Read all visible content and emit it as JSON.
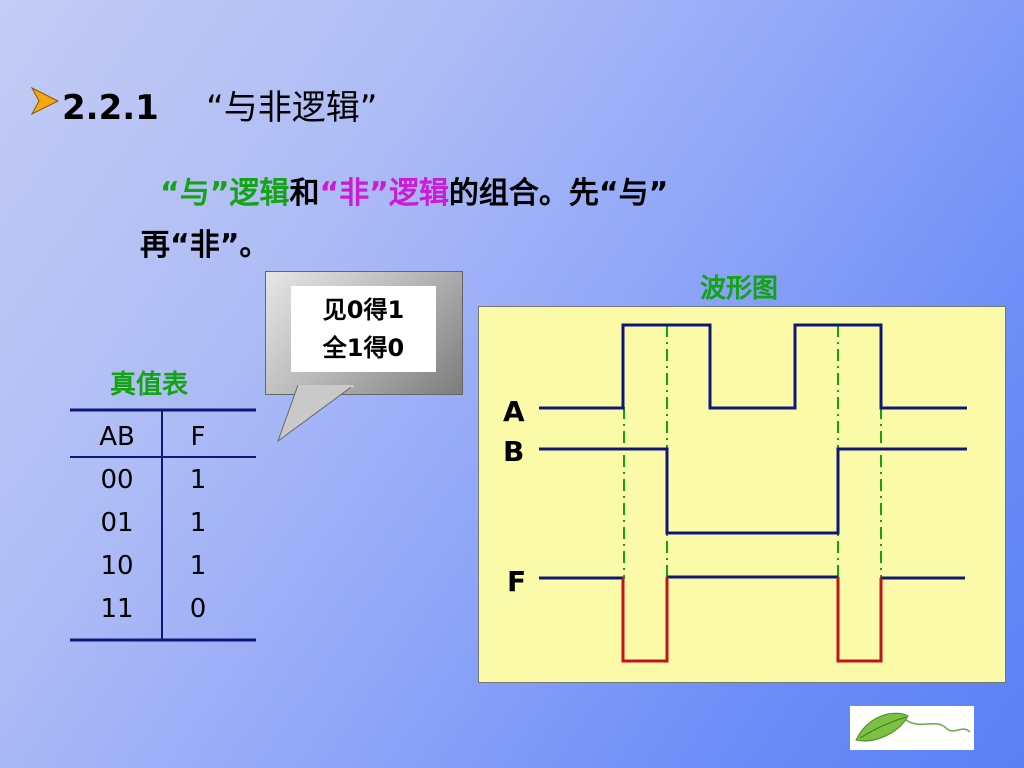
{
  "header": {
    "number": "2.2.1",
    "title": "“与非逻辑”"
  },
  "description": {
    "and_logic": "“与”逻辑",
    "connector": "和",
    "not_logic": "“非”逻辑",
    "rest_line1": "的组合。先“与”",
    "line2": "再“非”。"
  },
  "callout": {
    "line1": "见0得1",
    "line2": "全1得0"
  },
  "truth_table": {
    "title": "真值表",
    "headers": [
      "AB",
      "F"
    ],
    "rows": [
      [
        "00",
        "1"
      ],
      [
        "01",
        "1"
      ],
      [
        "10",
        "1"
      ],
      [
        "11",
        "0"
      ]
    ]
  },
  "waveform": {
    "title": "波形图",
    "labels": [
      "A",
      "B",
      "F"
    ]
  },
  "colors": {
    "green": "#13a313",
    "magenta": "#cc1ad6",
    "navy": "#101877",
    "red": "#c0141e",
    "panel": "#fafaa8",
    "bullet": "#f3a712"
  }
}
